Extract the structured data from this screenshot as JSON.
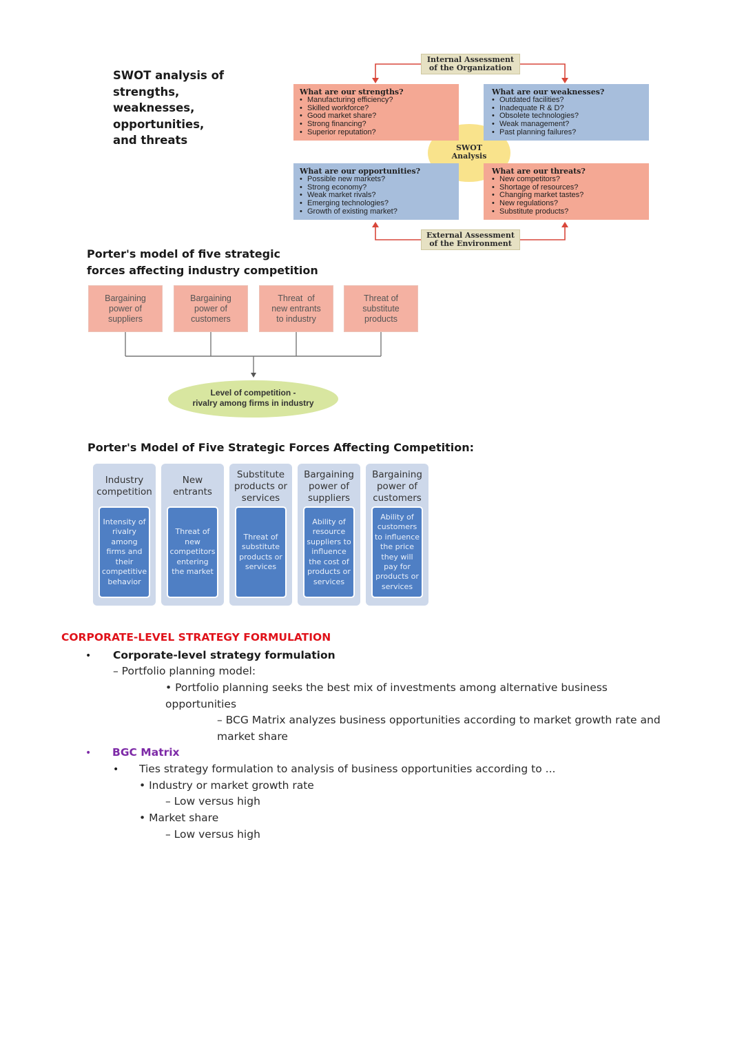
{
  "swot": {
    "caption": [
      "SWOT analysis of strengths,",
      "weaknesses, opportunities,",
      "and threats"
    ],
    "internal_tag": [
      "Internal Assessment",
      "of the Organization"
    ],
    "external_tag": [
      "External Assessment",
      "of the Environment"
    ],
    "center": [
      "SWOT",
      "Analysis"
    ],
    "strengths": {
      "title": "What are our strengths?",
      "items": [
        "Manufacturing efficiency?",
        "Skilled workforce?",
        "Good market share?",
        "Strong financing?",
        "Superior reputation?"
      ]
    },
    "weaknesses": {
      "title": "What are our weaknesses?",
      "items": [
        "Outdated facilities?",
        "Inadequate R & D?",
        "Obsolete technologies?",
        "Weak management?",
        "Past planning failures?"
      ]
    },
    "opportunities": {
      "title": "What are our opportunities?",
      "items": [
        "Possible new markets?",
        "Strong economy?",
        "Weak market rivals?",
        "Emerging technologies?",
        "Growth of existing market?"
      ]
    },
    "threats": {
      "title": "What are our threats?",
      "items": [
        "New competitors?",
        "Shortage of resources?",
        "Changing market tastes?",
        "New regulations?",
        "Substitute products?"
      ]
    },
    "colors": {
      "red": "#f4a894",
      "blue": "#a7bedc",
      "center": "#f9e38c",
      "arrow": "#d9473a"
    }
  },
  "porter1": {
    "caption": [
      "Porter's model of five strategic",
      "forces affecting industry competition"
    ],
    "boxes": [
      [
        "Bargaining",
        "power of",
        "suppliers"
      ],
      [
        "Bargaining",
        "power of",
        "customers"
      ],
      [
        "Threat  of",
        "new entrants",
        "to industry"
      ],
      [
        "Threat of",
        "substitute",
        "products"
      ]
    ],
    "result": [
      "Level of competition -",
      "rivalry among firms in industry"
    ]
  },
  "porter2": {
    "title": "Porter's Model of Five Strategic Forces Affecting Competition:",
    "pillars": [
      {
        "head": [
          "Industry",
          "competition"
        ],
        "body": [
          "Intensity of",
          "rivalry",
          "among",
          "firms and",
          "their",
          "competitive",
          "behavior"
        ]
      },
      {
        "head": [
          "New",
          "entrants"
        ],
        "body": [
          "Threat of",
          "new",
          "competitors",
          "entering",
          "the market"
        ]
      },
      {
        "head": [
          "Substitute",
          "products or",
          "services"
        ],
        "body": [
          "Threat of",
          "substitute",
          "products or",
          "services"
        ]
      },
      {
        "head": [
          "Bargaining",
          "power of",
          "suppliers"
        ],
        "body": [
          "Ability of",
          "resource",
          "suppliers to",
          "influence",
          "the cost of",
          "products or",
          "services"
        ]
      },
      {
        "head": [
          "Bargaining",
          "power of",
          "customers"
        ],
        "body": [
          "Ability of",
          "customers",
          "to influence",
          "the price",
          "they will",
          "pay for",
          "products or",
          "services"
        ]
      }
    ]
  },
  "text": {
    "heading": "CORPORATE-LEVEL STRATEGY FORMULATION",
    "bullet1": "Corporate-level strategy formulation",
    "sub1": "– Portfolio planning model:",
    "sub2a": "• Portfolio planning seeks the best mix of investments among alternative business",
    "sub2b": "opportunities",
    "sub3a": "– BCG Matrix analyzes business opportunities according to market growth rate and",
    "sub3b": "market share",
    "bullet2": "BGC Matrix",
    "sub4": "Ties strategy formulation to analysis of business opportunities according to ...",
    "sub5": "• Industry or market growth rate",
    "sub6": "– Low versus high",
    "sub7": "• Market share",
    "sub8": "– Low versus high",
    "bullet_char": "•"
  }
}
